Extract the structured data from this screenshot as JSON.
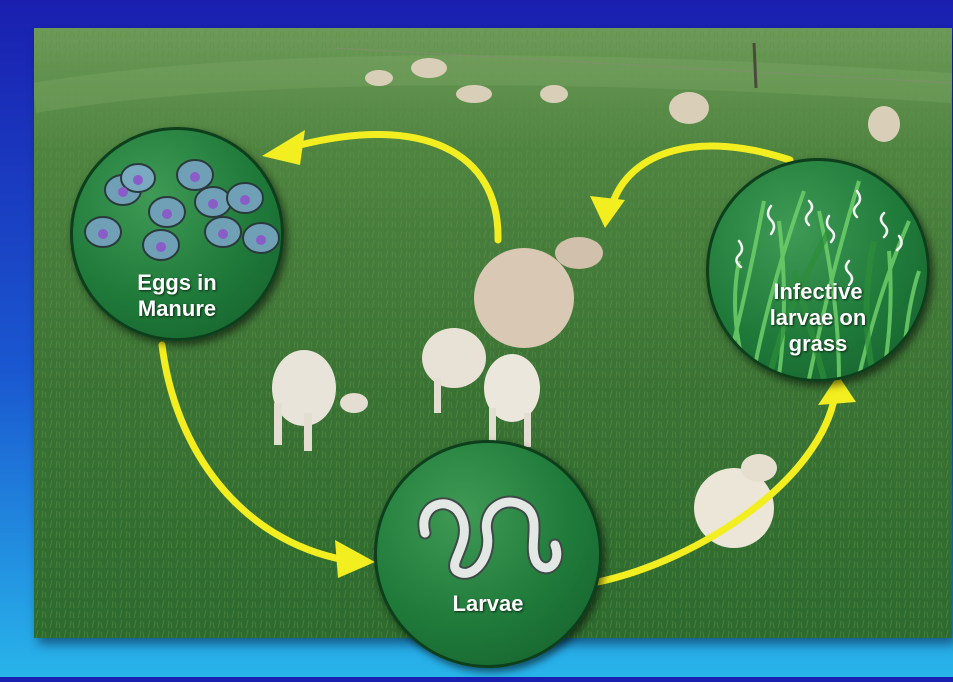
{
  "nodes": {
    "eggs": {
      "label": "Eggs in\nManure",
      "icon": "eggs-icon"
    },
    "larvae": {
      "label": "Larvae",
      "icon": "worm-icon"
    },
    "infective": {
      "label": "Infective\nlarvae on\ngrass",
      "icon": "grass-larvae-icon"
    }
  },
  "colors": {
    "arrow": "#f3ee1f",
    "node_fill": "#1f7a3a",
    "egg_fill": "#6fa0b6",
    "egg_nucleus": "#8a5cc8",
    "grass": "#3b7a3a",
    "frame_top": "#1a1fb0",
    "frame_bottom": "#28b4ea"
  }
}
